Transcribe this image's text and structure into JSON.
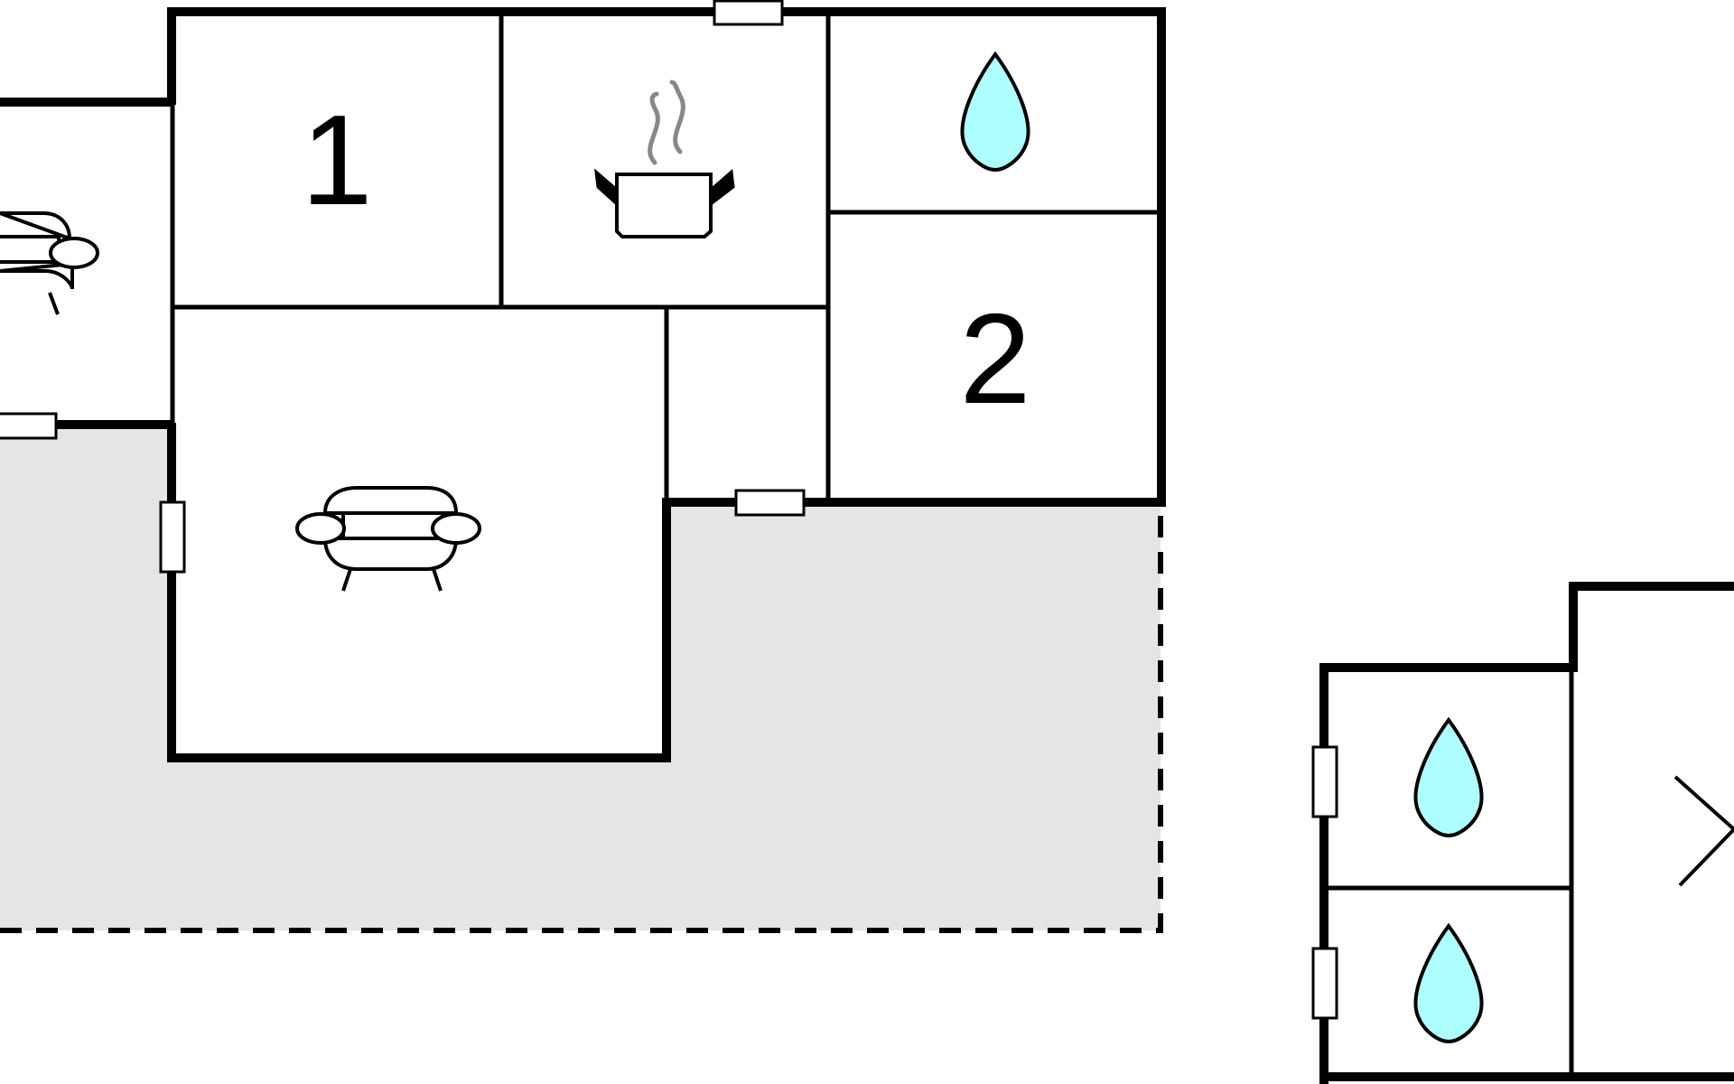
{
  "plan": {
    "rooms": [
      {
        "id": "bedroom-1",
        "label": "1",
        "icon": "bed-number"
      },
      {
        "id": "kitchen",
        "label": "",
        "icon": "cooking-pot-icon"
      },
      {
        "id": "bathroom-top",
        "label": "",
        "icon": "water-drop-icon"
      },
      {
        "id": "bedroom-2",
        "label": "2",
        "icon": "bed-number"
      },
      {
        "id": "living-room",
        "label": "",
        "icon": "sofa-icon"
      },
      {
        "id": "side-living",
        "label": "",
        "icon": "sofa-icon"
      },
      {
        "id": "annex-bath-upper",
        "label": "",
        "icon": "water-drop-icon"
      },
      {
        "id": "annex-bath-lower",
        "label": "",
        "icon": "water-drop-icon"
      }
    ],
    "terrace": {
      "type": "outdoor-area",
      "style": "dashed-outline"
    }
  },
  "colors": {
    "wall": "#000000",
    "terrace_fill": "#e5e5e5",
    "water": "#b0ffff",
    "steam": "#888888",
    "background": "#ffffff"
  }
}
